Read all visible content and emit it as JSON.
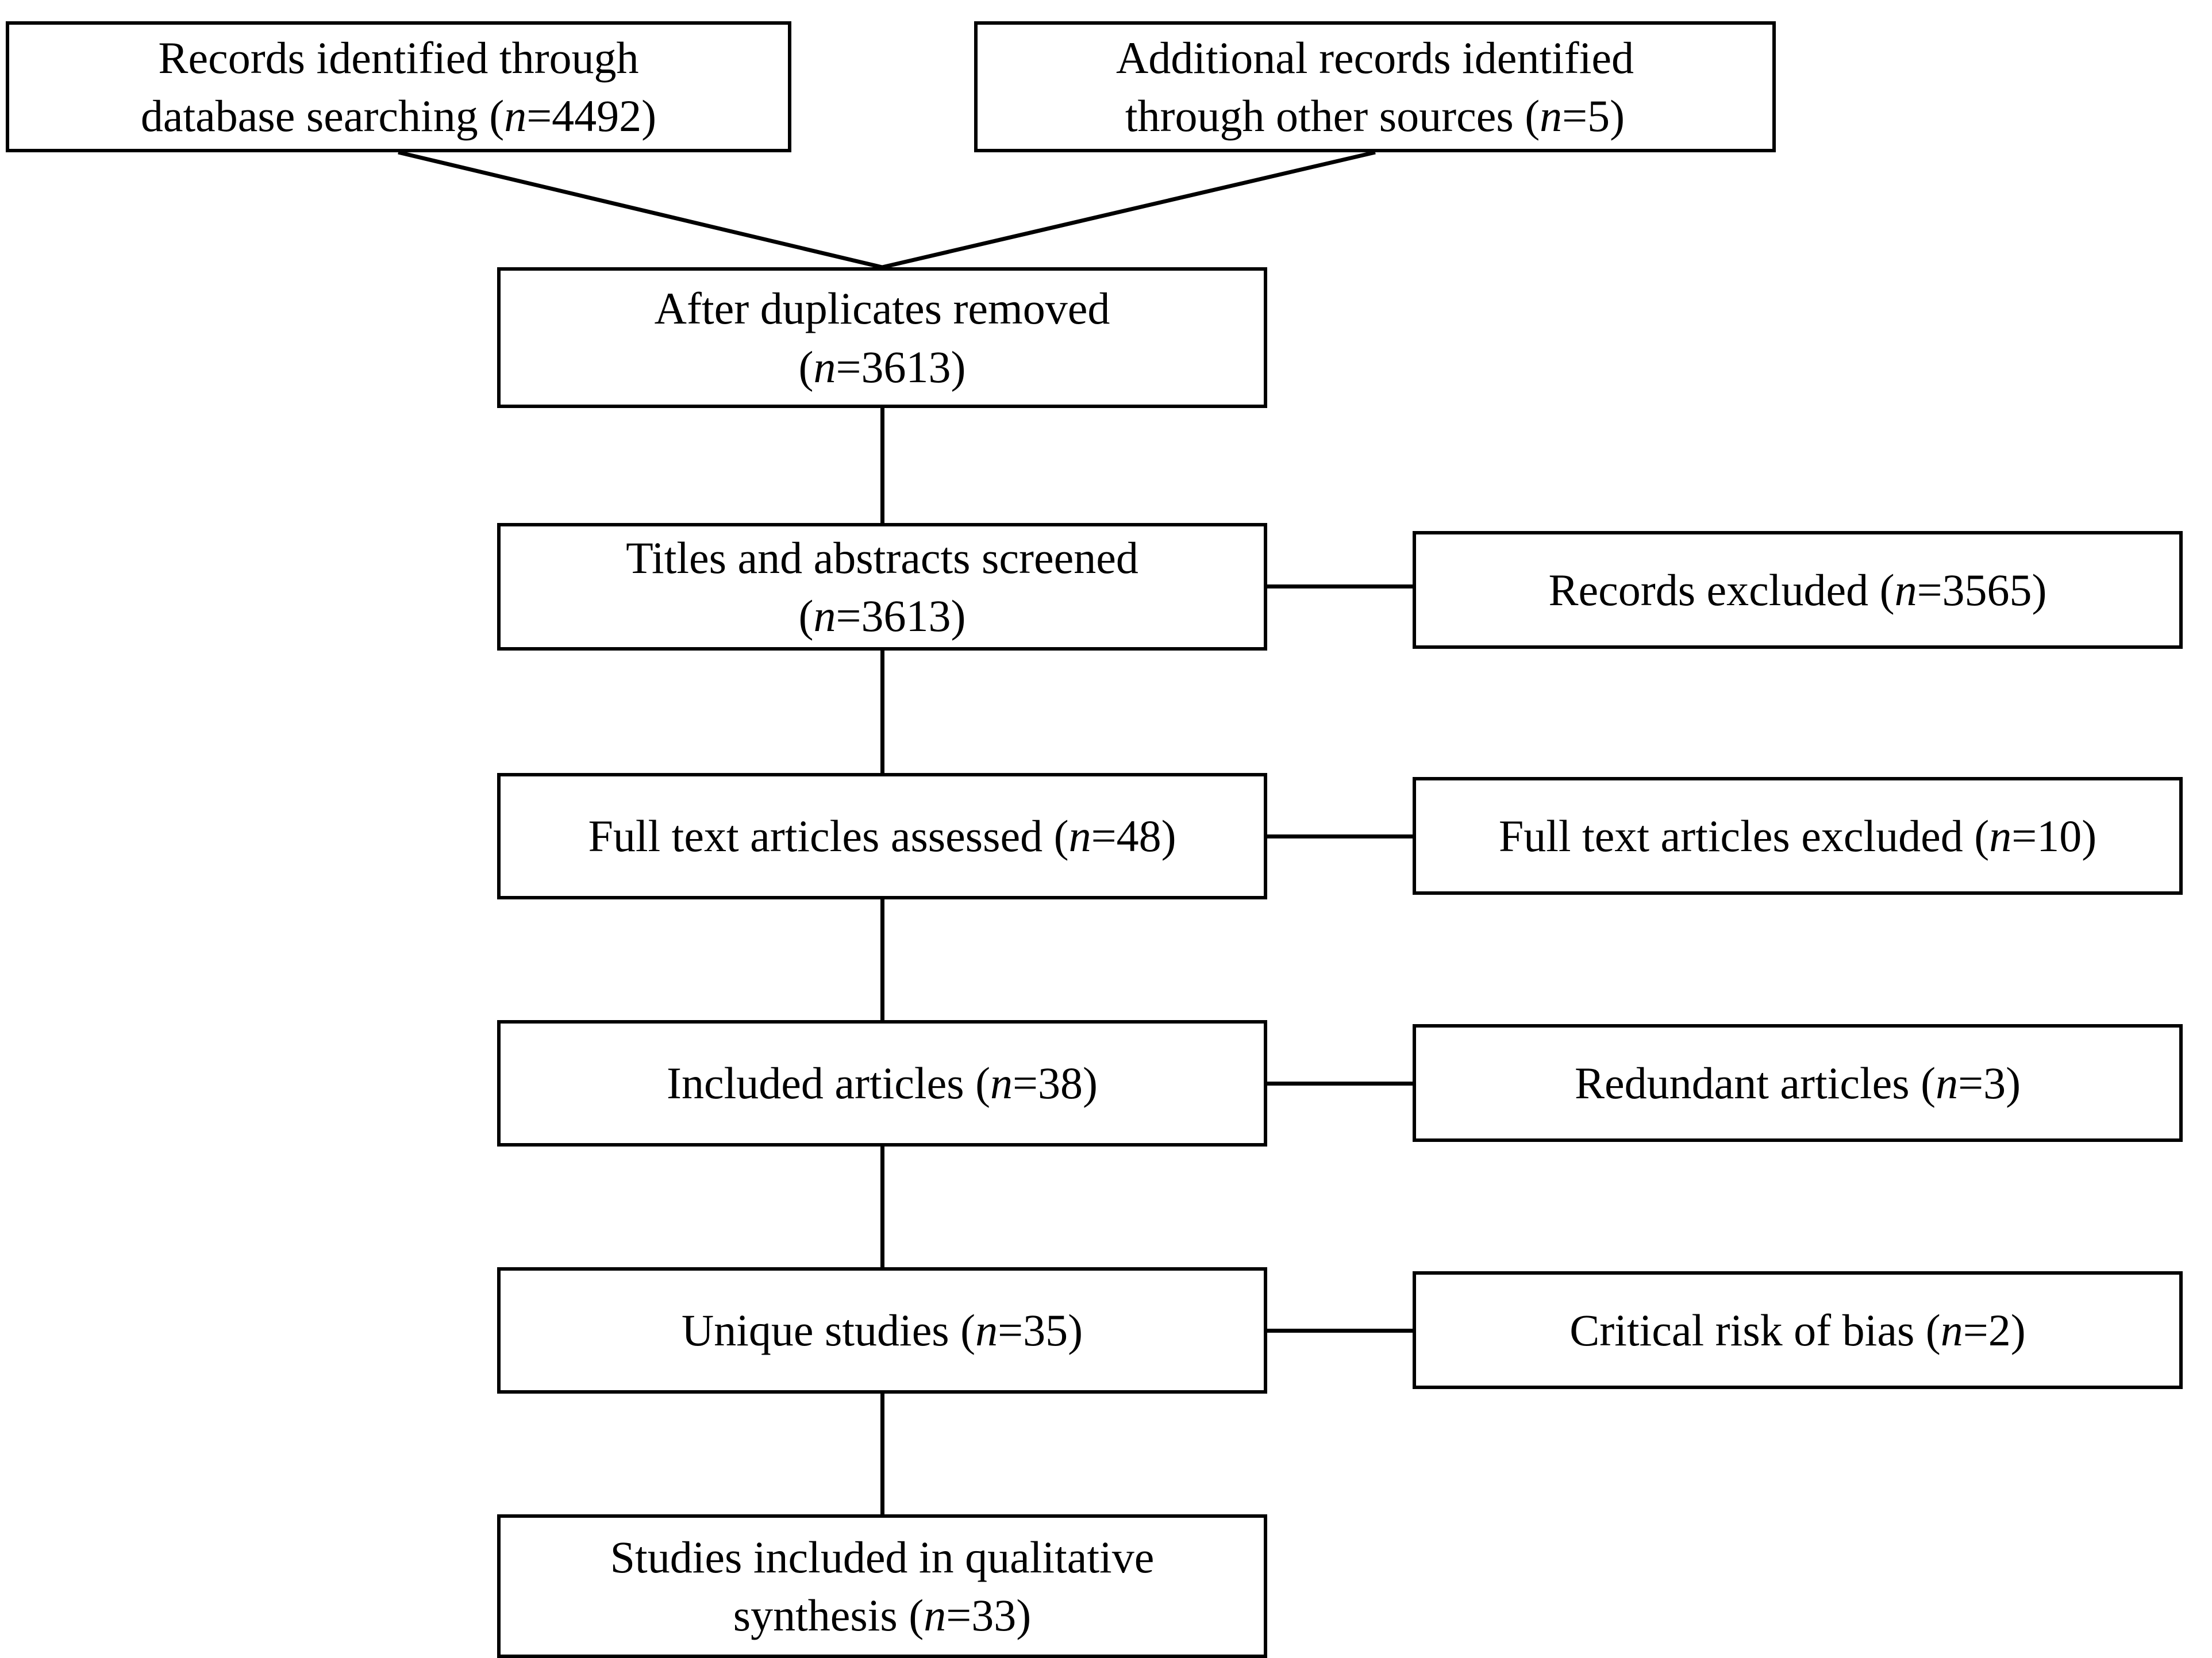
{
  "diagram": {
    "type": "prisma-flow-diagram",
    "title": "",
    "background_color": "#ffffff",
    "line_color": "#000000",
    "text_color": "#000000"
  },
  "nodes": {
    "identified_database": {
      "id": "identified-database",
      "line1": "Records identified through",
      "line2": "database searching (",
      "n_label": "n",
      "n_value": "=4492)",
      "full_text": "Records identified through database searching (n=4492)",
      "count": 4492
    },
    "identified_other": {
      "id": "identified-other-sources",
      "line1": "Additional records identified",
      "line2": "through other sources (",
      "n_label": "n",
      "n_value": "=5)",
      "full_text": "Additional records identified through other sources (n=5)",
      "count": 5
    },
    "duplicates_removed": {
      "id": "after-duplicates-removed",
      "line1": "After duplicates removed",
      "line2": "(",
      "n_label": "n",
      "n_value": "=3613)",
      "full_text": "After duplicates removed (n=3613)",
      "count": 3613
    },
    "screened": {
      "id": "titles-abstracts-screened",
      "line1": "Titles and abstracts screened",
      "line2": "(",
      "n_label": "n",
      "n_value": "=3613)",
      "full_text": "Titles and abstracts screened (n=3613)",
      "count": 3613
    },
    "records_excluded": {
      "id": "records-excluded",
      "line1": "Records excluded (",
      "n_label": "n",
      "n_value": "=3565)",
      "full_text": "Records excluded (n=3565)",
      "count": 3565
    },
    "fulltext_assessed": {
      "id": "full-text-articles-assessed",
      "line1": "Full text articles assessed (",
      "n_label": "n",
      "n_value": "=48)",
      "full_text": "Full text articles assessed (n=48)",
      "count": 48
    },
    "fulltext_excluded": {
      "id": "full-text-articles-excluded",
      "line1": "Full text articles excluded (",
      "n_label": "n",
      "n_value": "=10)",
      "full_text": "Full text articles excluded (n=10)",
      "count": 10
    },
    "included_articles": {
      "id": "included-articles",
      "line1": "Included articles (",
      "n_label": "n",
      "n_value": "=38)",
      "full_text": "Included articles (n=38)",
      "count": 38
    },
    "redundant_articles": {
      "id": "redundant-articles",
      "line1": "Redundant articles (",
      "n_label": "n",
      "n_value": "=3)",
      "full_text": "Redundant articles (n=3)",
      "count": 3
    },
    "unique_studies": {
      "id": "unique-studies",
      "line1": "Unique studies (",
      "n_label": "n",
      "n_value": "=35)",
      "full_text": "Unique studies (n=35)",
      "count": 35
    },
    "critical_risk_bias": {
      "id": "critical-risk-of-bias",
      "line1": "Critical risk of bias (",
      "n_label": "n",
      "n_value": "=2)",
      "full_text": "Critical risk of bias (n=2)",
      "count": 2
    },
    "qualitative_synthesis": {
      "id": "studies-included-qualitative-synthesis",
      "line1": "Studies included in qualitative",
      "line2": "synthesis (",
      "n_label": "n",
      "n_value": "=33)",
      "full_text": "Studies included in qualitative synthesis (n=33)",
      "count": 33
    }
  },
  "connectors": [
    {
      "name": "identified-database-to-duplicates",
      "kind": "diagonal"
    },
    {
      "name": "identified-other-to-duplicates",
      "kind": "diagonal"
    },
    {
      "name": "duplicates-to-screened",
      "kind": "vertical"
    },
    {
      "name": "screened-to-records-excluded",
      "kind": "horizontal"
    },
    {
      "name": "screened-to-fulltext-assessed",
      "kind": "vertical"
    },
    {
      "name": "fulltext-assessed-to-fulltext-excluded",
      "kind": "horizontal"
    },
    {
      "name": "fulltext-assessed-to-included",
      "kind": "vertical"
    },
    {
      "name": "included-to-redundant",
      "kind": "horizontal"
    },
    {
      "name": "included-to-unique-studies",
      "kind": "vertical"
    },
    {
      "name": "unique-studies-to-critical-risk",
      "kind": "horizontal"
    },
    {
      "name": "unique-studies-to-qualitative-synthesis",
      "kind": "vertical"
    }
  ]
}
